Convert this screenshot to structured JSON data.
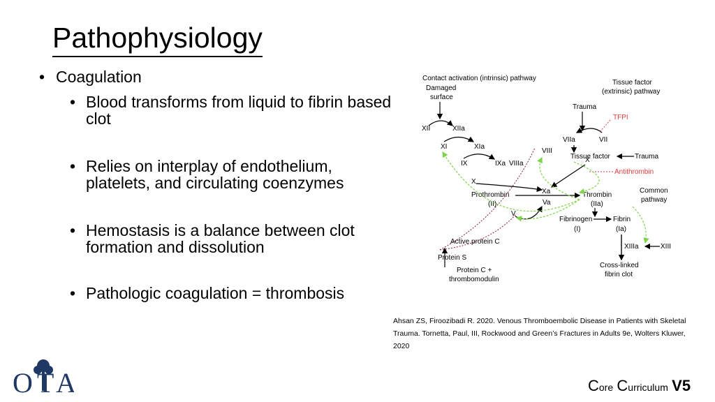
{
  "slide": {
    "title": "Pathophysiology",
    "bullets": {
      "level1": "Coagulation",
      "items": [
        "Blood transforms from liquid to fibrin based clot",
        "Relies on interplay of endothelium, platelets, and circulating coenzymes",
        "Hemostasis is a balance between clot formation and dissolution",
        "Pathologic coagulation = thrombosis"
      ]
    },
    "citation": "Ahsan ZS, Firoozibadi R. 2020. Venous Thromboembolic Disease in Patients with Skeletal Trauma. Tornetta, Paul, III, Rockwood and Green’s Fractures in Adults 9e, Wolters Kluwer, 2020",
    "logo_text": "OTA",
    "footer": {
      "c1": "C",
      "w1": "ore",
      "c2": "C",
      "w2": "urriculum",
      "ver": "V5"
    }
  },
  "diagram": {
    "intrinsic_title": "Contact activation (intrinsic) pathway",
    "damaged_surface_1": "Damaged",
    "damaged_surface_2": "surface",
    "extrinsic_title_1": "Tissue factor",
    "extrinsic_title_2": "(extrinsic) pathway",
    "trauma_top": "Trauma",
    "tfpi": "TFPI",
    "xii": "XII",
    "xiia": "XIIa",
    "viia": "VIIa",
    "vii": "VII",
    "xi": "XI",
    "xia": "XIa",
    "viii": "VIII",
    "tissue_factor": "Tissue factor",
    "trauma_right": "Trauma",
    "ix": "IX",
    "ixa": "IXa",
    "viiia": "VIIIa",
    "antithrombin": "Antithrombin",
    "x_left": "X",
    "x_right": "X",
    "xa": "Xa",
    "prothrombin": "Prothrombin",
    "ii": "(II)",
    "thrombin": "Thrombin",
    "iia": "(IIa)",
    "common_pathway_1": "Common",
    "common_pathway_2": "pathway",
    "va": "Va",
    "v": "V",
    "fibrinogen": "Fibrinogen",
    "i": "(I)",
    "fibrin": "Fibrin",
    "ia": "(Ia)",
    "active_protein_c": "Active protein C",
    "xiiia": "XIIIa",
    "xiii": "XIII",
    "protein_s": "Protein S",
    "protein_c_1": "Protein C +",
    "protein_c_2": "thrombomodulin",
    "crosslinked_1": "Cross-linked",
    "crosslinked_2": "fibrin clot",
    "colors": {
      "inhibitor": "#e23b3b",
      "feedback": "#7fd34a",
      "protein_c_path": "#8b1a2b",
      "logo": "#1f3864"
    }
  }
}
